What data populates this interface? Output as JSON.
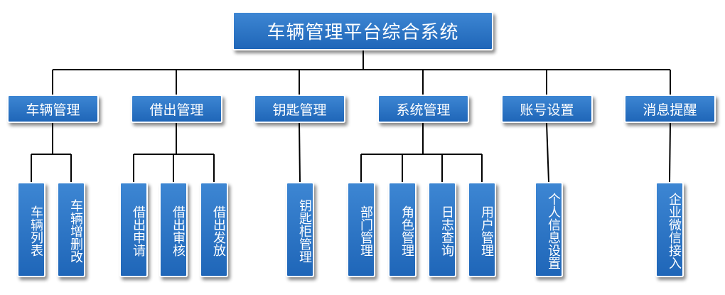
{
  "root": "车辆管理平台综合系统",
  "categories": [
    {
      "label": "车辆管理",
      "children": [
        "车辆列表",
        "车辆增删改"
      ]
    },
    {
      "label": "借出管理",
      "children": [
        "借出申请",
        "借出审核",
        "借出发放"
      ]
    },
    {
      "label": "钥匙管理",
      "children": [
        "钥匙柜管理"
      ]
    },
    {
      "label": "系统管理",
      "children": [
        "部门管理",
        "角色管理",
        "日志查询",
        "用户管理"
      ]
    },
    {
      "label": "账号设置",
      "children": [
        "个人信息设置"
      ]
    },
    {
      "label": "消息提醒",
      "children": [
        "企业微信接入"
      ]
    }
  ],
  "colors": {
    "box": "#2a72c4",
    "line": "#000000",
    "text": "#ffffff"
  }
}
